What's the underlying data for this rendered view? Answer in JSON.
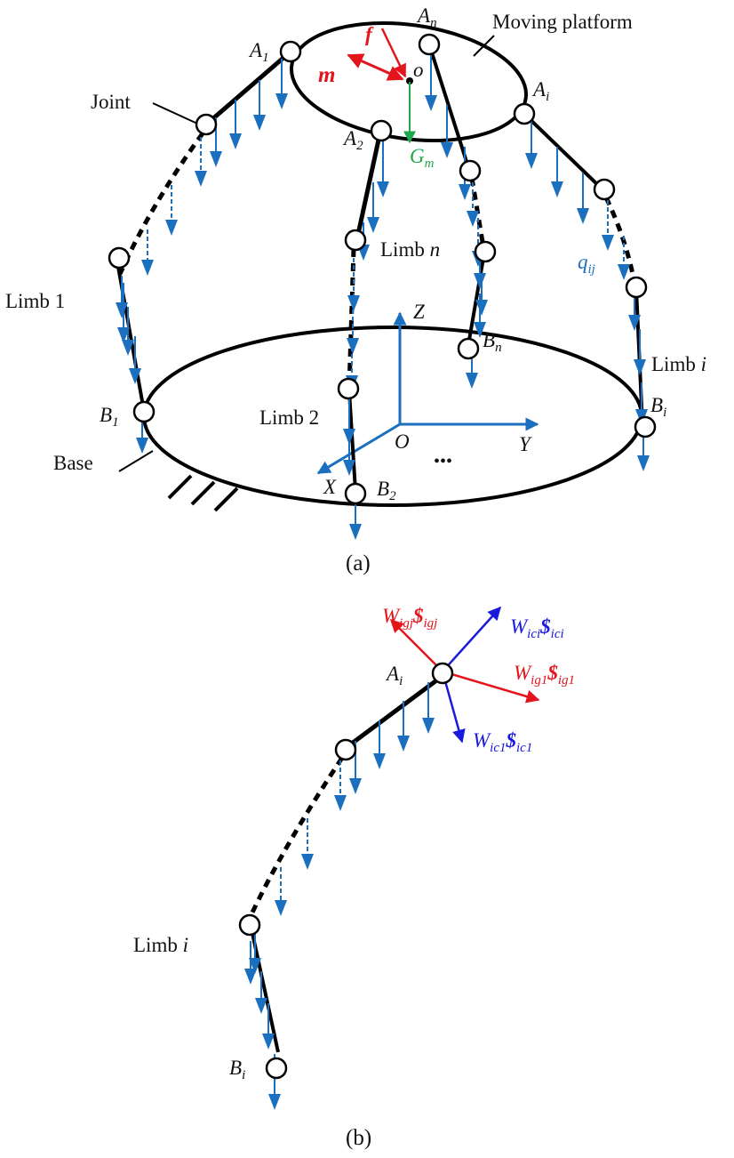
{
  "figure": {
    "panel_a": {
      "caption": "(a)",
      "labels": {
        "moving_platform": "Moving platform",
        "joint": "Joint",
        "base": "Base",
        "limb1": "Limb 1",
        "limb2": "Limb 2",
        "limbn_main": "Limb ",
        "limbn_var": "n",
        "limbi_main": "Limb ",
        "limbi_var": "i",
        "ellipsis": "•••"
      },
      "points": {
        "A1": {
          "base": "A",
          "sub": "1"
        },
        "A2": {
          "base": "A",
          "sub": "2"
        },
        "An": {
          "base": "A",
          "sub": "n"
        },
        "Ai": {
          "base": "A",
          "sub": "i"
        },
        "B1": {
          "base": "B",
          "sub": "1"
        },
        "B2": {
          "base": "B",
          "sub": "2"
        },
        "Bn": {
          "base": "B",
          "sub": "n"
        },
        "Bi": {
          "base": "B",
          "sub": "i"
        },
        "o": "o",
        "O": "O"
      },
      "axes": {
        "x": "X",
        "y": "Y",
        "z": "Z"
      },
      "loads": {
        "force": "f",
        "moment": "m",
        "gravity": {
          "base": "G",
          "sub": "m"
        },
        "distributed": {
          "base": "q",
          "sub": "ij"
        }
      }
    },
    "panel_b": {
      "caption": "(b)",
      "labels": {
        "limb_main": "Limb ",
        "limb_var": "i"
      },
      "points": {
        "Ai": {
          "base": "A",
          "sub": "i"
        },
        "Bi": {
          "base": "B",
          "sub": "i"
        }
      },
      "wrenches": {
        "igj": {
          "w": "W",
          "wsub": "igj",
          "s": "$",
          "ssub": "igj"
        },
        "ici": {
          "w": "W",
          "wsub": "ici",
          "s": "$",
          "ssub": "ici"
        },
        "ig1": {
          "w": "W",
          "wsub": "ig1",
          "s": "$",
          "ssub": "ig1"
        },
        "ic1": {
          "w": "W",
          "wsub": "ic1",
          "s": "$",
          "ssub": "ic1"
        }
      }
    },
    "colors": {
      "structure": "#000000",
      "distributed_load": "#1a6fbf",
      "external_load": "#e3141b",
      "gravity": "#1fa84a",
      "constraint_wrench": "#1a1adc",
      "actuation_wrench": "#e3141b"
    }
  }
}
